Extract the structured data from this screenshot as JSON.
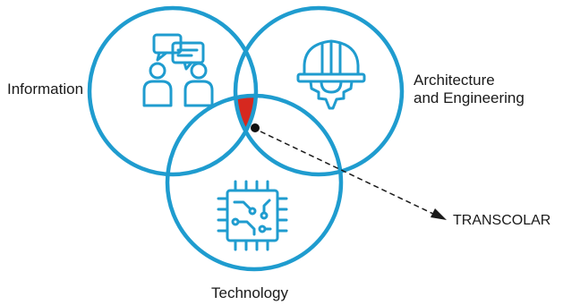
{
  "labels": {
    "information": "Information",
    "architecture_line1": "Architecture",
    "architecture_line2": "and Engineering",
    "technology": "Technology",
    "transcolar": "TRANSCOLAR"
  },
  "colors": {
    "circle": "#1f9ccf",
    "intersection": "#d6281f",
    "arrow": "#1a1a1a",
    "text": "#1a1a1a"
  },
  "icons": {
    "information": "people-chat-icon",
    "architecture": "hardhat-gear-icon",
    "technology": "microchip-icon"
  }
}
